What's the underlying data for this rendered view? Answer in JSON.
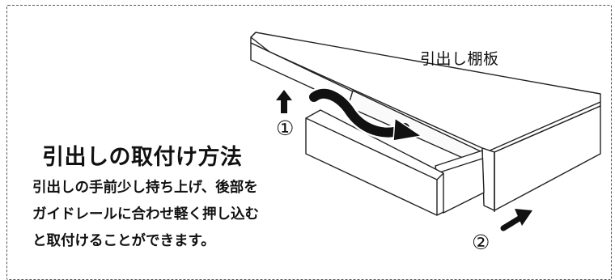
{
  "labels": {
    "shelf": "引出し棚板",
    "step1": "①",
    "step2": "②"
  },
  "instructions": {
    "title": "引出しの取付け方法",
    "lines": [
      "引出しの手前少し持ち上げ、後部を",
      "ガイドレールに合わせ軽く押し込む",
      "と取付けることができます。"
    ]
  },
  "icons": [
    "up-arrow-icon",
    "curved-arrow-icon",
    "push-arrow-icon"
  ],
  "colors": {
    "line": "#222222",
    "frame": "#555555",
    "arrow": "#111111"
  }
}
